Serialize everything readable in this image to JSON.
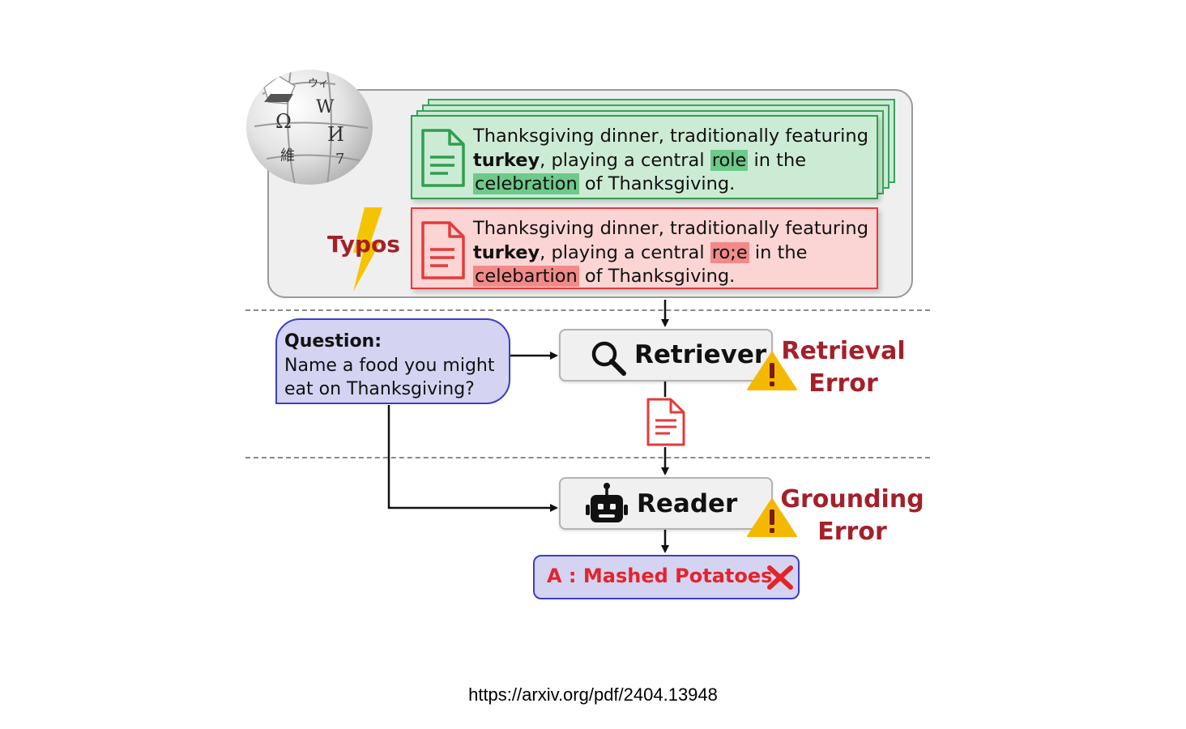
{
  "corpus": {
    "clean_doc": {
      "line1": "Thanksgiving dinner, traditionally featuring",
      "bold_word": "turkey",
      "line2_mid": ", playing a central ",
      "highlight1": "role",
      "line2_end": " in the",
      "highlight2": "celebration",
      "line3_end": " of Thanksgiving."
    },
    "typo_doc": {
      "line1": "Thanksgiving dinner, traditionally featuring",
      "bold_word": "turkey",
      "line2_mid": ", playing a central ",
      "highlight1": "ro;e",
      "line2_end": " in the",
      "highlight2": "celebartion",
      "line3_end": " of Thanksgiving."
    },
    "typos_label": "Typos",
    "globe_glyphs": [
      "Ω",
      "W",
      "И",
      "維",
      "ウィ",
      "7"
    ]
  },
  "question": {
    "label": "Question:",
    "line1": "Name a food you might",
    "line2": "eat on Thanksgiving?"
  },
  "retriever": {
    "label": "Retriever"
  },
  "reader": {
    "label": "Reader"
  },
  "retrieval_error": {
    "line1": "Retrieval",
    "line2": "Error"
  },
  "grounding_error": {
    "line1": "Grounding",
    "line2": "Error"
  },
  "answer": {
    "text": "A : Mashed Potatoes"
  },
  "source_url": "https://arxiv.org/pdf/2404.13948",
  "colors": {
    "green_doc": "#ccebd4",
    "red_doc": "#fbd4d4",
    "error_text": "#a3202a",
    "answer_text": "#e3242b",
    "question_fill": "#d4d4f2",
    "warning": "#f5b800"
  }
}
